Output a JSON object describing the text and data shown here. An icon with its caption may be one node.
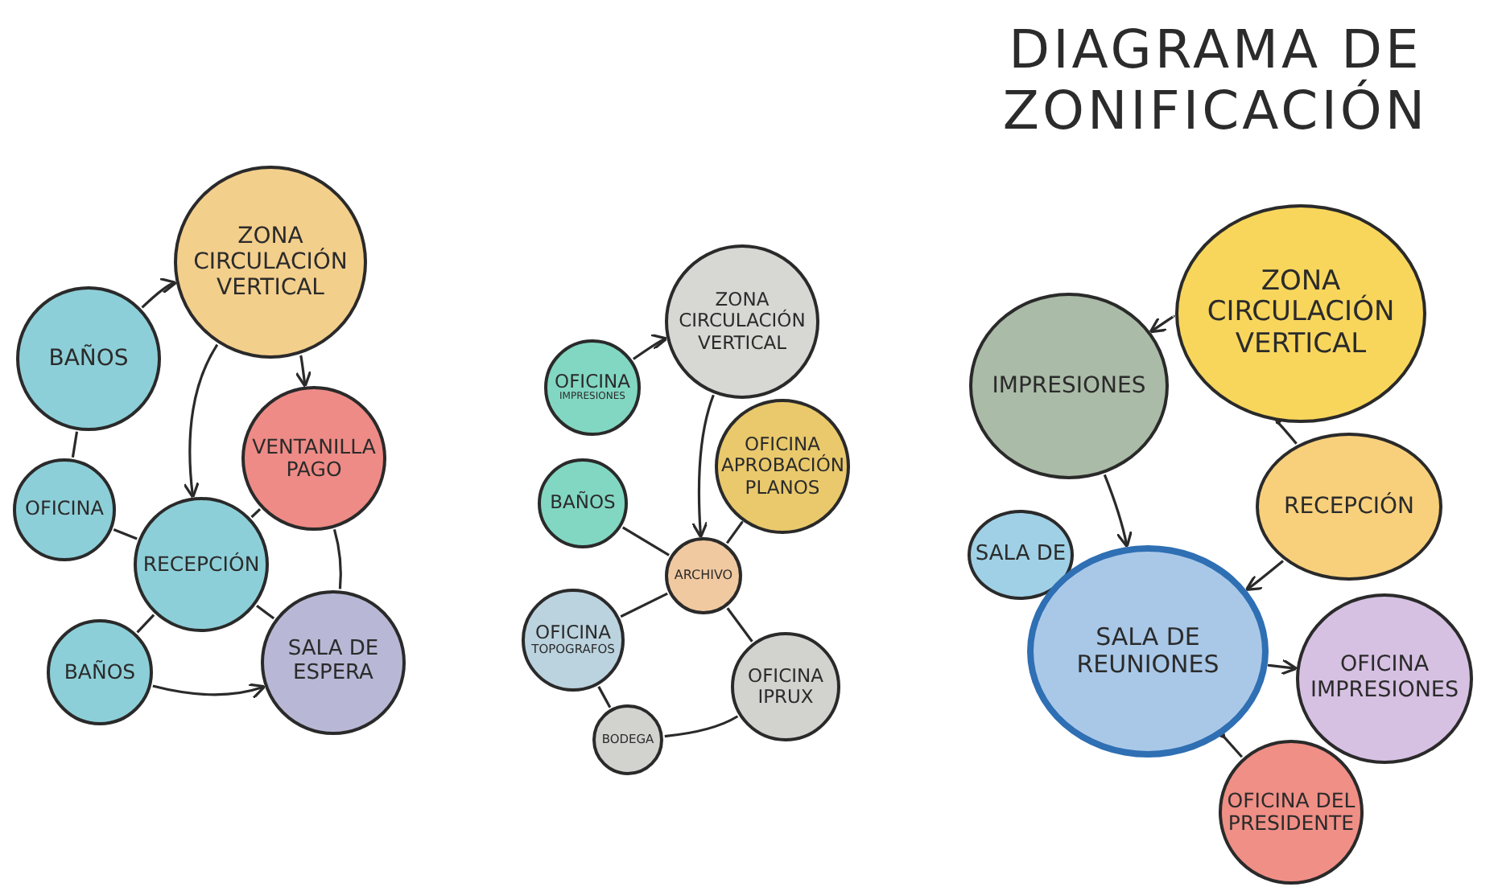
{
  "diagram": {
    "title": "DIAGRAMA DE ZONIFICACIÓN",
    "nodes": [
      {
        "text": [
          "ZONA CIRCULACIÓN VERTICAL"
        ]
      },
      {
        "text": [
          "BAÑOS"
        ]
      },
      {
        "text": [
          "VENTANILLA PAGO"
        ]
      },
      {
        "text": [
          "OFICINA"
        ]
      },
      {
        "text": [
          "RECEPCIÓN"
        ]
      },
      {
        "text": [
          "BAÑOS"
        ]
      },
      {
        "text": [
          "SALA DE ESPERA"
        ]
      },
      {
        "text": [
          "ZONA CIRCULACIÓN VERTICAL"
        ]
      },
      {
        "text": [
          "OFICINA",
          "IMPRESIONES"
        ]
      },
      {
        "text": [
          "OFICINA APROBACIÓN PLANOS"
        ]
      },
      {
        "text": [
          "BAÑOS"
        ]
      },
      {
        "text": [
          "ARCHIVO"
        ]
      },
      {
        "text": [
          "OFICINA",
          "TOPOGRAFOS"
        ]
      },
      {
        "text": [
          "OFICINA IPRUX"
        ]
      },
      {
        "text": [
          "BODEGA"
        ]
      },
      {
        "text": [
          "ZONA CIRCULACIÓN VERTICAL"
        ]
      },
      {
        "text": [
          "IMPRESIONES"
        ]
      },
      {
        "text": [
          "RECEPCIÓN"
        ]
      },
      {
        "text": [
          "SALA DE"
        ]
      },
      {
        "text": [
          "SALA DE REUNIONES"
        ]
      },
      {
        "text": [
          "OFICINA IMPRESIONES"
        ]
      },
      {
        "text": [
          "OFICINA DEL PRESIDENTE"
        ]
      }
    ],
    "edges": [
      {
        "from": 1,
        "to": 0,
        "arrow": "to"
      },
      {
        "from": 0,
        "to": 4,
        "arrow": "to"
      },
      {
        "from": 0,
        "to": 2,
        "arrow": "to"
      },
      {
        "from": 1,
        "to": 3,
        "arrow": "none"
      },
      {
        "from": 3,
        "to": 4,
        "arrow": "none"
      },
      {
        "from": 4,
        "to": 2,
        "arrow": "none"
      },
      {
        "from": 2,
        "to": 6,
        "arrow": "none"
      },
      {
        "from": 4,
        "to": 6,
        "arrow": "none"
      },
      {
        "from": 4,
        "to": 5,
        "arrow": "none"
      },
      {
        "from": 5,
        "to": 6,
        "arrow": "to"
      },
      {
        "from": 8,
        "to": 7,
        "arrow": "to"
      },
      {
        "from": 7,
        "to": 11,
        "arrow": "to"
      },
      {
        "from": 10,
        "to": 11,
        "arrow": "none"
      },
      {
        "from": 9,
        "to": 11,
        "arrow": "none"
      },
      {
        "from": 11,
        "to": 12,
        "arrow": "none"
      },
      {
        "from": 11,
        "to": 13,
        "arrow": "none"
      },
      {
        "from": 12,
        "to": 14,
        "arrow": "none"
      },
      {
        "from": 14,
        "to": 13,
        "arrow": "none"
      },
      {
        "from": 15,
        "to": 16,
        "arrow": "to"
      },
      {
        "from": 17,
        "to": 15,
        "arrow": "to"
      },
      {
        "from": 16,
        "to": 19,
        "arrow": "to"
      },
      {
        "from": 17,
        "to": 19,
        "arrow": "to"
      },
      {
        "from": 19,
        "to": 20,
        "arrow": "to"
      },
      {
        "from": 21,
        "to": 19,
        "arrow": "to"
      }
    ]
  }
}
